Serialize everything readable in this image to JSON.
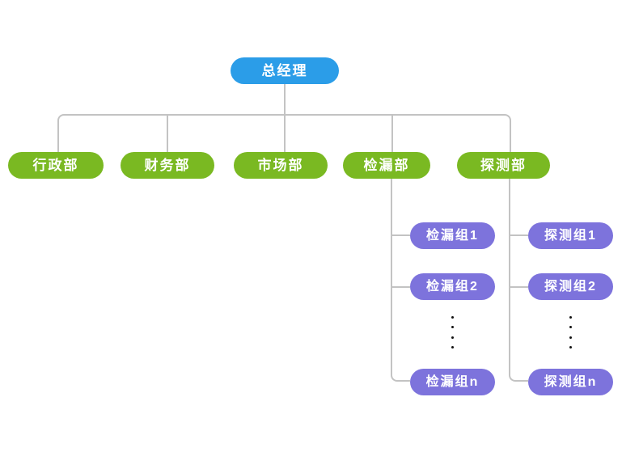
{
  "colors": {
    "ceo": "#2b9de8",
    "department": "#7ab922",
    "group": "#7d73dc",
    "connector": "#c3c3c3",
    "dots": "#111111",
    "node_text": "#ffffff",
    "background": "#ffffff"
  },
  "nodes": {
    "ceo": {
      "label": "总经理"
    },
    "departments": [
      {
        "label": "行政部"
      },
      {
        "label": "财务部"
      },
      {
        "label": "市场部"
      },
      {
        "label": "检漏部"
      },
      {
        "label": "探测部"
      }
    ],
    "leak_groups": [
      {
        "label": "检漏组1"
      },
      {
        "label": "检漏组2"
      },
      {
        "label": "检漏组n"
      }
    ],
    "detection_groups": [
      {
        "label": "探测组1"
      },
      {
        "label": "探测组2"
      },
      {
        "label": "探测组n"
      }
    ]
  },
  "icons": {
    "vertical_ellipsis": "4-dots-vertical"
  }
}
